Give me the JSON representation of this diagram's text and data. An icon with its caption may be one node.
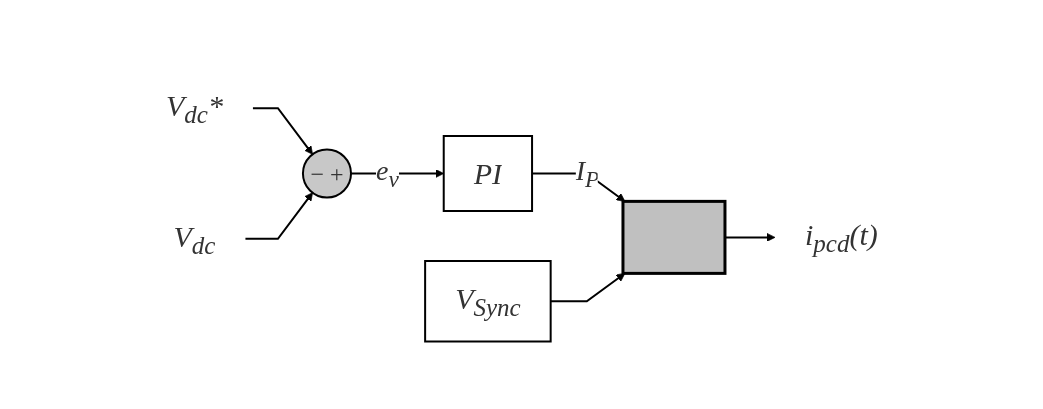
{
  "diagram": {
    "nodes": [
      {
        "text": [
          "V$_{dc}$*"
        ]
      },
      {
        "text": [
          "−",
          "+"
        ]
      },
      {
        "text": [
          "V$_{dc}$"
        ]
      },
      {
        "text": [
          "PI"
        ]
      },
      {
        "text": [
          "V$_{Sync}$"
        ]
      },
      {
        "text": [],
        "shape": "box"
      },
      {
        "text": [
          "i$_{pcd}$(t)"
        ]
      }
    ],
    "edges": [
      {
        "from": 0,
        "to": 1,
        "arrow": "to"
      },
      {
        "from": 2,
        "to": 1,
        "arrow": "to"
      },
      {
        "from": 1,
        "to": 3,
        "arrow": "to",
        "label": "e$_{v}$"
      },
      {
        "from": 3,
        "to": 5,
        "arrow": "to",
        "label": "I$_{P}$"
      },
      {
        "from": 4,
        "to": 5,
        "arrow": "to"
      },
      {
        "from": 5,
        "to": 6,
        "arrow": "to"
      }
    ]
  }
}
